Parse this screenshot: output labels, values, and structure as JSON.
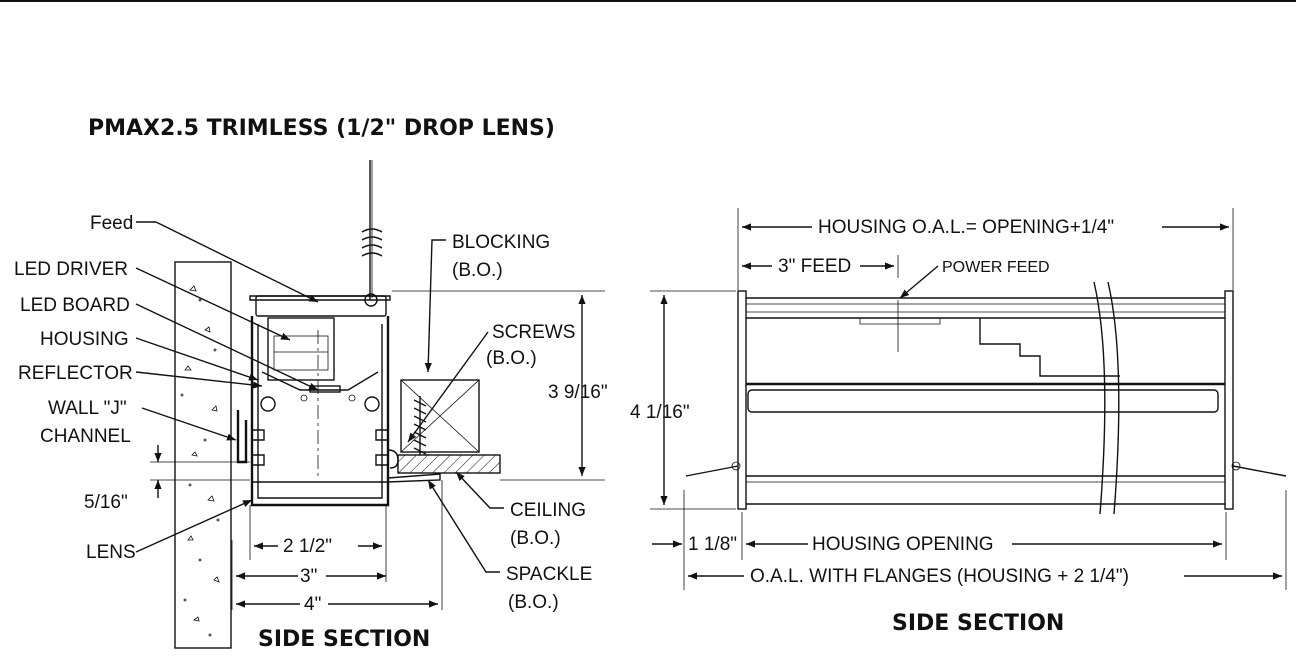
{
  "title": "PMAX2.5 TRIMLESS (1/2\" DROP LENS)",
  "left": {
    "caption": "SIDE SECTION",
    "labels": {
      "feed": "Feed",
      "led_driver": "LED DRIVER",
      "led_board": "LED BOARD",
      "housing": "HOUSING",
      "reflector": "REFLECTOR",
      "wall_j_1": "WALL \"J\"",
      "wall_j_2": "CHANNEL",
      "lens": "LENS",
      "blocking_1": "BLOCKING",
      "blocking_2": "(B.O.)",
      "screws_1": "SCREWS",
      "screws_2": "(B.O.)",
      "ceiling_1": "CEILING",
      "ceiling_2": "(B.O.)",
      "spackle_1": "SPACKLE",
      "spackle_2": "(B.O.)"
    },
    "dims": {
      "height": "3 9/16\"",
      "drop": "5/16\"",
      "w1": "2 1/2\"",
      "w2": "3\"",
      "w3": "4\""
    }
  },
  "right": {
    "caption": "SIDE SECTION",
    "labels": {
      "oal": "HOUSING O.A.L.= OPENING+1/4\"",
      "feed3": "3\" FEED",
      "power_feed": "POWER FEED",
      "height": "4 1/16\"",
      "flange": "1 1/8\"",
      "opening": "HOUSING OPENING",
      "oal_flanges": "O.A.L. WITH FLANGES (HOUSING + 2 1/4\")"
    }
  }
}
